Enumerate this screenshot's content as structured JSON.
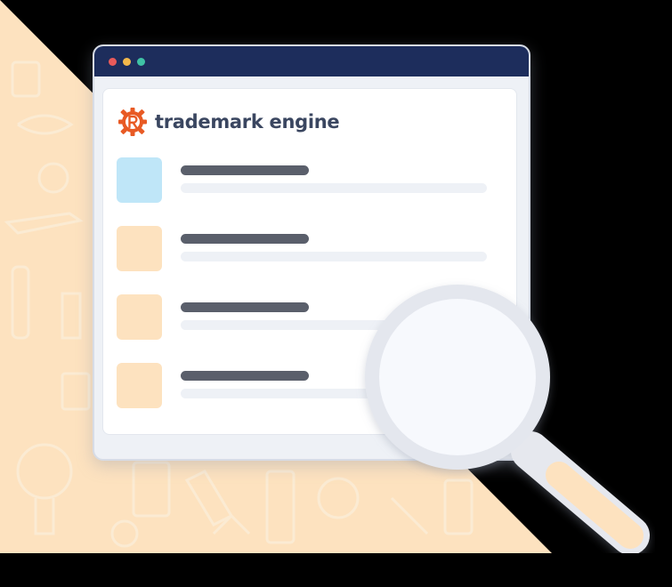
{
  "brand": {
    "name": "trademark engine",
    "logo_icon": "gear-r-logo-icon",
    "logo_color": "#e85a24",
    "text_color": "#3a4660"
  },
  "window": {
    "titlebar_color": "#1d2d5c",
    "controls": [
      {
        "name": "close",
        "color": "#e85a5a"
      },
      {
        "name": "minimize",
        "color": "#f2b84b"
      },
      {
        "name": "maximize",
        "color": "#3fc2a5"
      }
    ]
  },
  "list": {
    "items": [
      {
        "thumb_color": "#bfe6f8",
        "highlighted": true
      },
      {
        "thumb_color": "#fde2bf",
        "highlighted": false
      },
      {
        "thumb_color": "#fde2bf",
        "highlighted": false
      },
      {
        "thumb_color": "#fde2bf",
        "highlighted": false
      }
    ]
  },
  "decor": {
    "background_color": "#fde2bf",
    "magnifier_icon": "magnifying-glass-icon",
    "handle_color": "#fde2bf"
  }
}
